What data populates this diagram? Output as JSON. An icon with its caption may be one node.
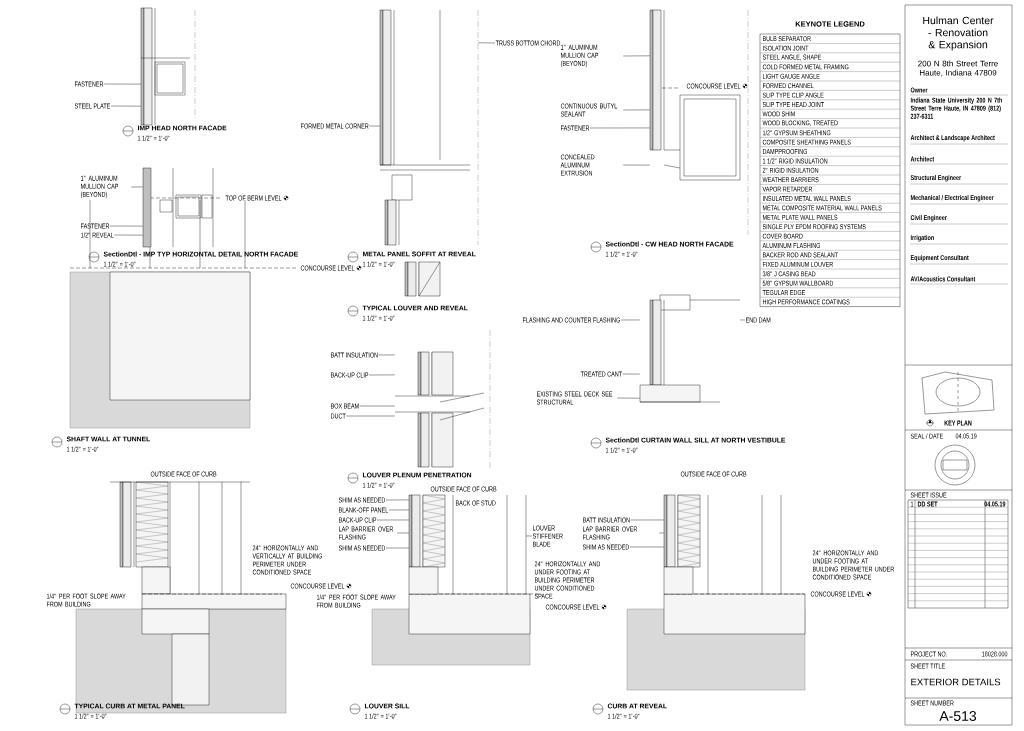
{
  "diagram": {
    "title": "EXTERIOR DETAILS",
    "nodes": [
      {
        "text": [
          "FASTENER"
        ]
      },
      {
        "text": [
          "STEEL PLATE"
        ]
      },
      {
        "text": [
          "1\" ALUMINUM MULLION CAP (BEYOND)"
        ]
      },
      {
        "text": [
          "FASTENER"
        ]
      },
      {
        "text": [
          "1/2\" REVEAL"
        ]
      },
      {
        "text": [
          "TRUSS BOTTOM CHORD"
        ]
      },
      {
        "text": [
          "FORMED METAL CORNER"
        ]
      },
      {
        "text": [
          "BATT INSULATION"
        ]
      },
      {
        "text": [
          "BACK-UP CLIP"
        ]
      },
      {
        "text": [
          "BOX BEAM"
        ]
      },
      {
        "text": [
          "DUCT"
        ]
      },
      {
        "text": [
          "1\" ALUMINUM MULLION CAP (BEYOND)"
        ]
      },
      {
        "text": [
          "CONTINUOUS BUTYL SEALANT"
        ]
      },
      {
        "text": [
          "FASTENER"
        ]
      },
      {
        "text": [
          "CONCEALED ALUMINUM EXTRUSION"
        ]
      },
      {
        "text": [
          "FLASHING AND COUNTER FLASHING"
        ]
      },
      {
        "text": [
          "END DAM"
        ]
      },
      {
        "text": [
          "TREATED CANT"
        ]
      },
      {
        "text": [
          "EXISTING STEEL DECK SEE STRUCTURAL"
        ]
      },
      {
        "text": [
          "SHIM AS NEEDED"
        ]
      },
      {
        "text": [
          "BLANK-OFF PANEL"
        ]
      },
      {
        "text": [
          "BACK-UP CLIP"
        ]
      },
      {
        "text": [
          "LAP BARRIER OVER FLASHING"
        ]
      },
      {
        "text": [
          "SHIM AS NEEDED"
        ]
      },
      {
        "text": [
          "LOUVER STIFFENER BLADE"
        ]
      },
      {
        "text": [
          "BATT INSULATION"
        ]
      },
      {
        "text": [
          "LAP BARRIER OVER FLASHING"
        ]
      },
      {
        "text": [
          "SHIM AS NEEDED"
        ]
      },
      {
        "text": [],
        "shape": "picture"
      },
      {
        "text": [],
        "shape": "picture"
      },
      {
        "text": [],
        "shape": "picture"
      },
      {
        "text": [],
        "shape": "picture"
      },
      {
        "text": [],
        "shape": "picture"
      },
      {
        "text": [],
        "shape": "picture"
      },
      {
        "text": [],
        "shape": "picture"
      },
      {
        "text": [],
        "shape": "picture"
      }
    ],
    "edges": [
      {
        "from": 0,
        "to": 28,
        "arrow": "none"
      },
      {
        "from": 1,
        "to": 28,
        "arrow": "none"
      },
      {
        "from": 2,
        "to": 29,
        "arrow": "none"
      },
      {
        "from": 3,
        "to": 29,
        "arrow": "none"
      },
      {
        "from": 4,
        "to": 29,
        "arrow": "none"
      },
      {
        "from": 5,
        "to": 30,
        "arrow": "none"
      },
      {
        "from": 6,
        "to": 30,
        "arrow": "none"
      },
      {
        "from": 7,
        "to": 31,
        "arrow": "none"
      },
      {
        "from": 8,
        "to": 31,
        "arrow": "none"
      },
      {
        "from": 9,
        "to": 31,
        "arrow": "none"
      },
      {
        "from": 10,
        "to": 31,
        "arrow": "none"
      },
      {
        "from": 11,
        "to": 32,
        "arrow": "none"
      },
      {
        "from": 12,
        "to": 32,
        "arrow": "none"
      },
      {
        "from": 13,
        "to": 32,
        "arrow": "none"
      },
      {
        "from": 14,
        "to": 32,
        "arrow": "none"
      },
      {
        "from": 15,
        "to": 33,
        "arrow": "none"
      },
      {
        "from": 16,
        "to": 33,
        "arrow": "none"
      },
      {
        "from": 17,
        "to": 33,
        "arrow": "none"
      },
      {
        "from": 18,
        "to": 33,
        "arrow": "none"
      },
      {
        "from": 19,
        "to": 34,
        "arrow": "none"
      },
      {
        "from": 20,
        "to": 34,
        "arrow": "none"
      },
      {
        "from": 21,
        "to": 34,
        "arrow": "none"
      },
      {
        "from": 22,
        "to": 34,
        "arrow": "none"
      },
      {
        "from": 23,
        "to": 34,
        "arrow": "none"
      },
      {
        "from": 24,
        "to": 34,
        "arrow": "none"
      },
      {
        "from": 25,
        "to": 35,
        "arrow": "none"
      },
      {
        "from": 26,
        "to": 35,
        "arrow": "none"
      },
      {
        "from": 27,
        "to": 35,
        "arrow": "none"
      }
    ],
    "labels": [
      "IMP HEAD NORTH FACADE",
      "1 1/2\" = 1'-0\"",
      "SectionDtl - IMP TYP HORIZONTAL DETAIL NORTH FACADE",
      "1 1/2\" = 1'-0\"",
      "METAL PANEL SOFFIT AT REVEAL",
      "1 1/2\" = 1'-0\"",
      "TYPICAL LOUVER AND REVEAL",
      "1 1/2\" = 1'-0\"",
      "LOUVER PLENUM PENETRATION",
      "1 1/2\" = 1'-0\"",
      "SectionDtl - CW HEAD NORTH FACADE",
      "1 1/2\" = 1'-0\"",
      "SHAFT WALL AT TUNNEL",
      "1 1/2\" = 1'-0\"",
      "SectionDtl CURTAIN WALL SILL AT NORTH VESTIBULE",
      "1 1/2\" = 1'-0\"",
      "TYPICAL CURB AT METAL PANEL",
      "1 1/2\" = 1'-0\"",
      "LOUVER SILL",
      "1 1/2\" = 1'-0\"",
      "CURB AT REVEAL",
      "1 1/2\" = 1'-0\"",
      "CONCOURSE LEVEL",
      "OUTSIDE FACE OF CURB",
      "OUTSIDE FACE OF CURB",
      "BACK OF STUD",
      "OUTSIDE FACE OF CURB",
      "24\" HORIZONTALLY AND VERTICALLY AT BUILDING PERIMETER UNDER CONDITIONED SPACE",
      "1/4\" PER FOOT SLOPE AWAY FROM BUILDING",
      "CONCOURSE LEVEL",
      "24\" HORIZONTALLY AND UNDER FOOTING AT BUILDING PERIMETER UNDER CONDITIONED SPACE",
      "1/4\" PER FOOT SLOPE AWAY FROM BUILDING",
      "CONCOURSE LEVEL",
      "24\" HORIZONTALLY AND UNDER FOOTING AT BUILDING PERIMETER UNDER CONDITIONED SPACE",
      "CONCOURSE LEVEL",
      "CONCOURSE LEVEL",
      "TOP OF BERM LEVEL",
      "KEYNOTE LEGEND",
      "BULB SEPARATOR",
      "ISOLATION JOINT",
      "STEEL ANGLE, SHAPE",
      "COLD FORMED METAL FRAMING",
      "LIGHT GAUGE ANGLE",
      "FORMED CHANNEL",
      "SLIP TYPE CLIP ANGLE",
      "SLIP TYPE HEAD JOINT",
      "WOOD SHIM",
      "WOOD BLOCKING, TREATED",
      "1/2\" GYPSUM SHEATHING",
      "COMPOSITE SHEATHING PANELS",
      "DAMPPROOFING",
      "1 1/2\" RIGID INSULATION",
      "2\" RIGID INSULATION",
      "WEATHER BARRIERS",
      "VAPOR RETARDER",
      "INSULATED METAL WALL PANELS",
      "METAL COMPOSITE MATERIAL WALL PANELS",
      "METAL PLATE WALL PANELS",
      "SINGLE PLY EPDM ROOFING SYSTEMS",
      "COVER BOARD",
      "ALUMINUM FLASHING",
      "BACKER ROD AND SEALANT",
      "FIXED ALUMINUM LOUVER",
      "3/8\" J CASING BEAD",
      "5/8\" GYPSUM WALLBOARD",
      "TEGULAR EDGE",
      "HIGH PERFORMANCE COATINGS",
      "Hulman Center - Renovation & Expansion",
      "200 N 8th Street Terre Haute, Indiana 47809",
      "Owner",
      "Indiana State University 200 N 7th Street Terre Haute, IN 47809 (812) 237-6311",
      "Architect & Landscape Architect",
      "Architect",
      "Structural Engineer",
      "Mechanical / Electrical Engineer",
      "Civil Engineer",
      "Irrigation",
      "Equipment Consultant",
      "AV/Acoustics Consultant",
      "KEY PLAN",
      "SEAL / DATE",
      "04.05.19",
      "SHEET ISSUE",
      "1",
      "DD SET",
      "04.05.19",
      "PROJECT NO.",
      "18028.000",
      "SHEET TITLE",
      "SHEET NUMBER",
      "A-513"
    ]
  }
}
